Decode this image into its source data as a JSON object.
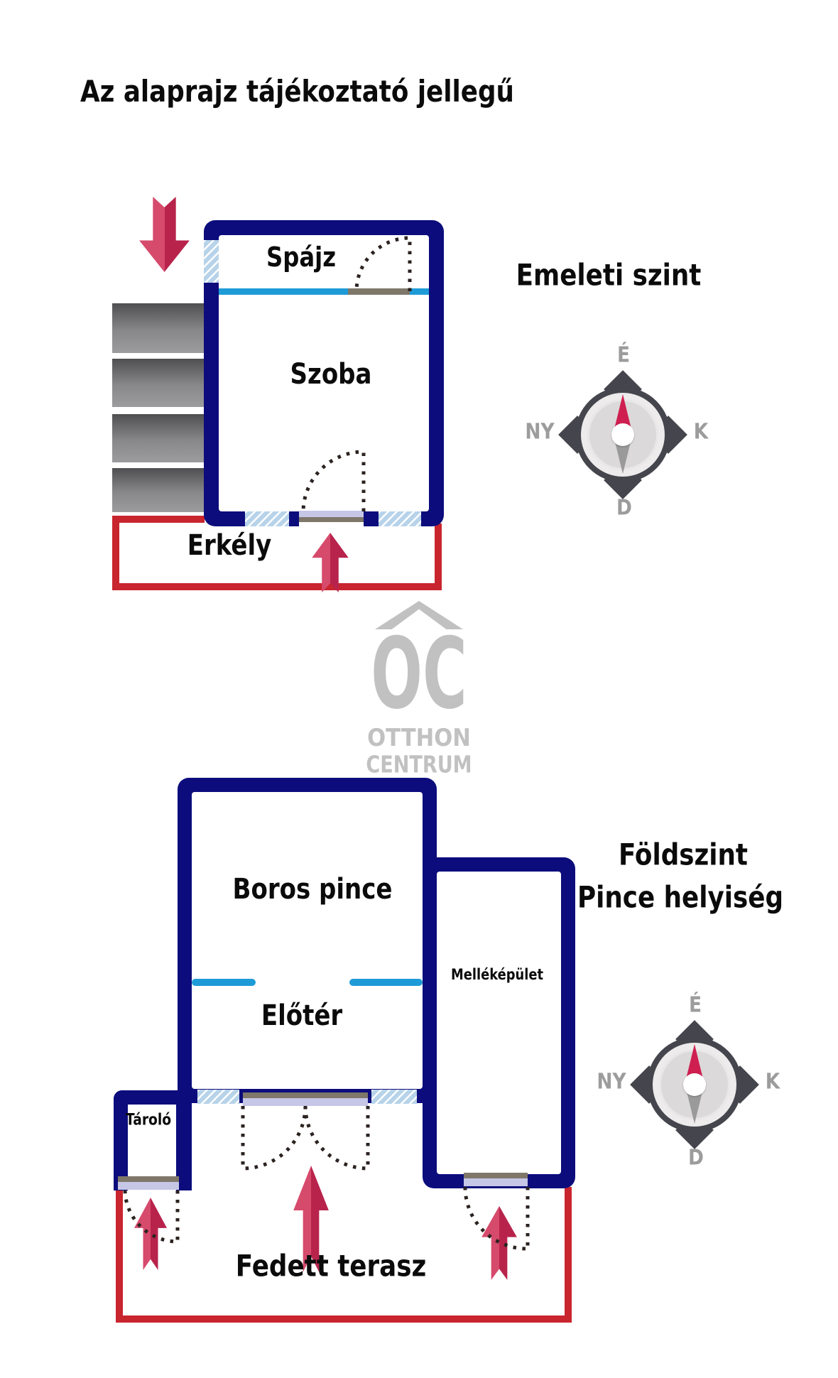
{
  "page": {
    "title": "Az alaprajz tájékoztató jellegű"
  },
  "upper_floor": {
    "heading": "Emeleti szint",
    "rooms": {
      "pantry": "Spájz",
      "room": "Szoba",
      "balcony": "Erkély"
    }
  },
  "lower_floor": {
    "heading": "Földszint",
    "subheading": "Pince helyiség",
    "rooms": {
      "wine_cellar": "Boros pince",
      "foyer": "Előtér",
      "outbuilding": "Melléképület",
      "storage": "Tároló",
      "terrace": "Fedett terasz"
    }
  },
  "compass": {
    "north": "É",
    "south": "D",
    "east": "K",
    "west": "NY"
  },
  "logo": {
    "monogram": "OC",
    "name_line1": "OTTHON",
    "name_line2": "CENTRUM"
  },
  "colors": {
    "wall": "#0c0c7c",
    "partition": "#1e9bd7",
    "outdoor_outline": "#c9252e",
    "arrow_light": "#d64a6c",
    "arrow_dark": "#b8234c",
    "window": "#b7d3ea",
    "door_sill": "#c6c6e6",
    "door_sill_cap": "#7e776a",
    "logo_gray": "#c1c1c1"
  }
}
